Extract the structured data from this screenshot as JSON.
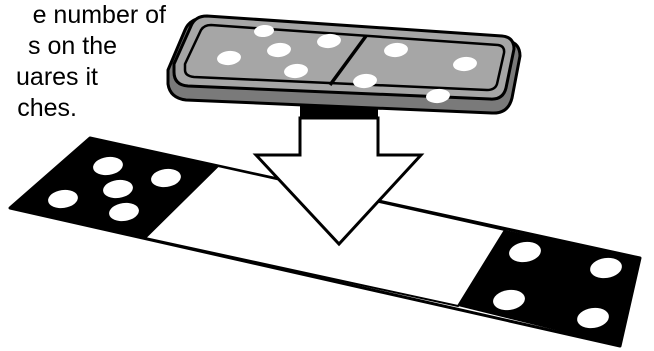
{
  "caption": {
    "lines": [
      "e number of",
      "s on the",
      "uares it",
      "ches."
    ]
  },
  "domino_tile": {
    "left_half_pips": 5,
    "right_half_pips": 4
  },
  "board_strip": {
    "left_square_pips": 5,
    "right_square_pips": 4
  },
  "colors": {
    "ink": "#000000",
    "tile_face": "#a6a6a6",
    "tile_side": "#7a7a7a",
    "pip": "#ffffff",
    "empty_square": "#ffffff"
  }
}
